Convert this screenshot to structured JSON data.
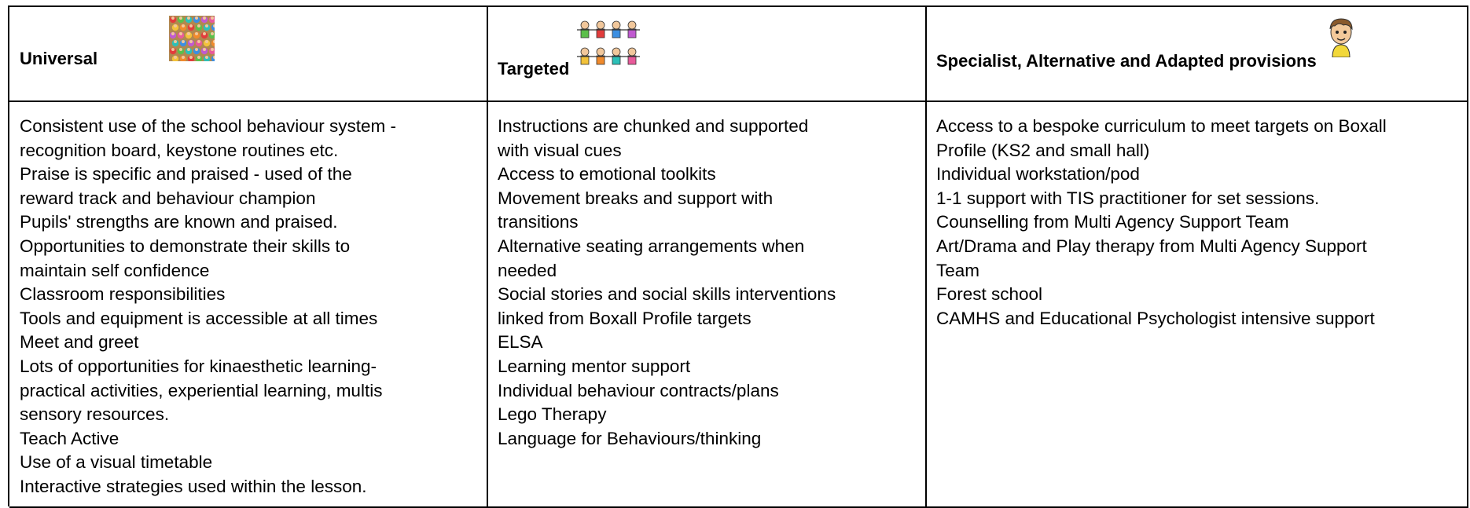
{
  "columns": [
    {
      "heading": "Universal",
      "image_icon": "crowd-of-people-icon",
      "items": [
        "Consistent use of the school behaviour system -",
        "recognition board, keystone routines etc.",
        "Praise is specific and praised - used of the",
        "reward track and behaviour champion",
        "Pupils' strengths are known and praised.",
        "Opportunities to demonstrate their skills to",
        "maintain self confidence",
        "Classroom responsibilities",
        "Tools and equipment is accessible at all times",
        "Meet and greet",
        "Lots of opportunities for kinaesthetic learning-",
        "practical activities, experiential learning, multis",
        "sensory resources.",
        "Teach Active",
        "Use of a visual timetable",
        "Interactive strategies used within the lesson."
      ]
    },
    {
      "heading": "Targeted",
      "image_icon": "group-of-children-icon",
      "items": [
        "Instructions are chunked and supported",
        "with visual cues",
        "Access to emotional toolkits",
        "Movement breaks and support with",
        "transitions",
        "Alternative seating arrangements when",
        "needed",
        "Social stories and social skills interventions",
        "linked from Boxall Profile targets",
        "ELSA",
        "Learning mentor support",
        "Individual behaviour contracts/plans",
        "Lego Therapy",
        "Language for Behaviours/thinking"
      ]
    },
    {
      "heading": "Specialist, Alternative and Adapted provisions",
      "image_icon": "single-child-icon",
      "items": [
        "Access to a bespoke curriculum to meet targets on Boxall",
        "Profile (KS2 and small hall)",
        "Individual workstation/pod",
        "1-1 support with TIS practitioner for set sessions.",
        "Counselling from Multi Agency Support Team",
        "Art/Drama and Play therapy from Multi Agency Support",
        "Team",
        "Forest school",
        "CAMHS and Educational Psychologist intensive support"
      ]
    }
  ]
}
